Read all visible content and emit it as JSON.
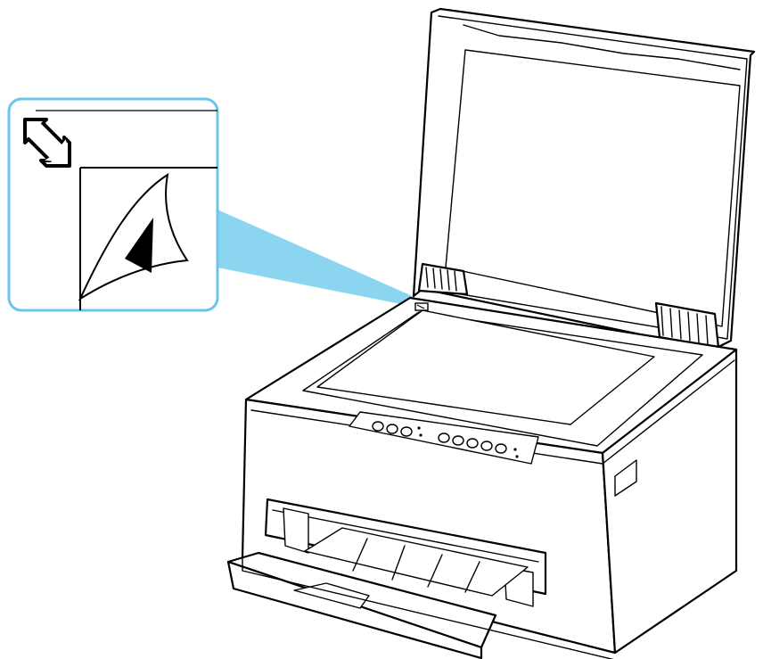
{
  "figure": {
    "subject": "printer-with-open-scanner-lid",
    "callout": {
      "shows": "document-corner-aligned-to-alignment-mark",
      "border_color": "#6cc4e8",
      "beam_color": "#7fd0f0"
    },
    "alignment_mark_icon": "diagonal-arrow-icon",
    "operation_panel": {
      "left_buttons": 3,
      "right_buttons": 5
    }
  }
}
